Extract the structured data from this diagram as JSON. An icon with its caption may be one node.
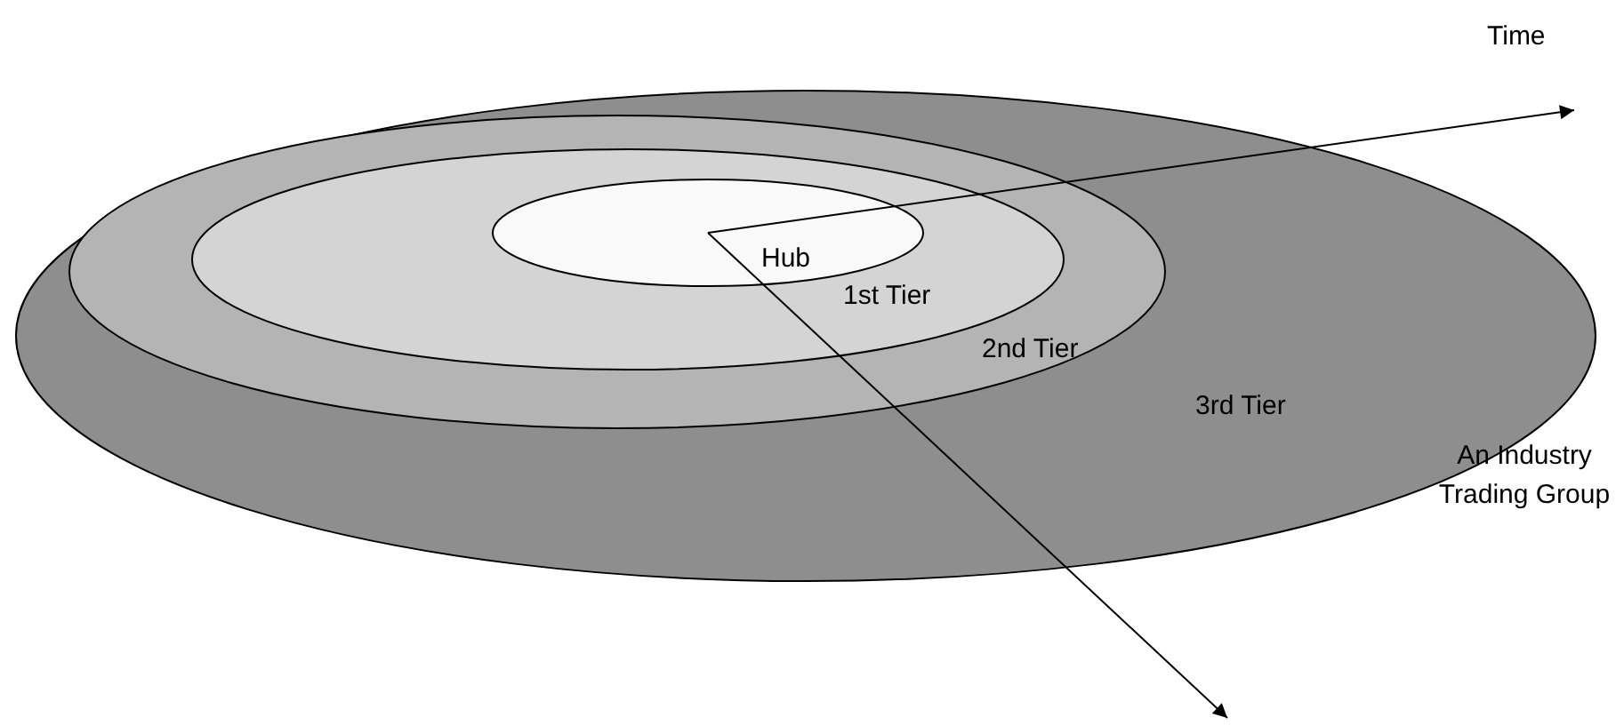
{
  "diagram": {
    "nodes": [
      {
        "text": [
          "3rd Tier"
        ]
      },
      {
        "text": [
          "2nd Tier"
        ],
        "in": 0
      },
      {
        "text": [
          "1st Tier"
        ],
        "in": 1
      },
      {
        "text": [
          "Hub"
        ],
        "in": 2
      }
    ],
    "edges": [
      {
        "from": 3,
        "to": null,
        "arrow": "to",
        "label": "Time"
      },
      {
        "from": 3,
        "to": null,
        "arrow": "to"
      }
    ],
    "labels": [
      "An Industry Trading Group"
    ]
  }
}
